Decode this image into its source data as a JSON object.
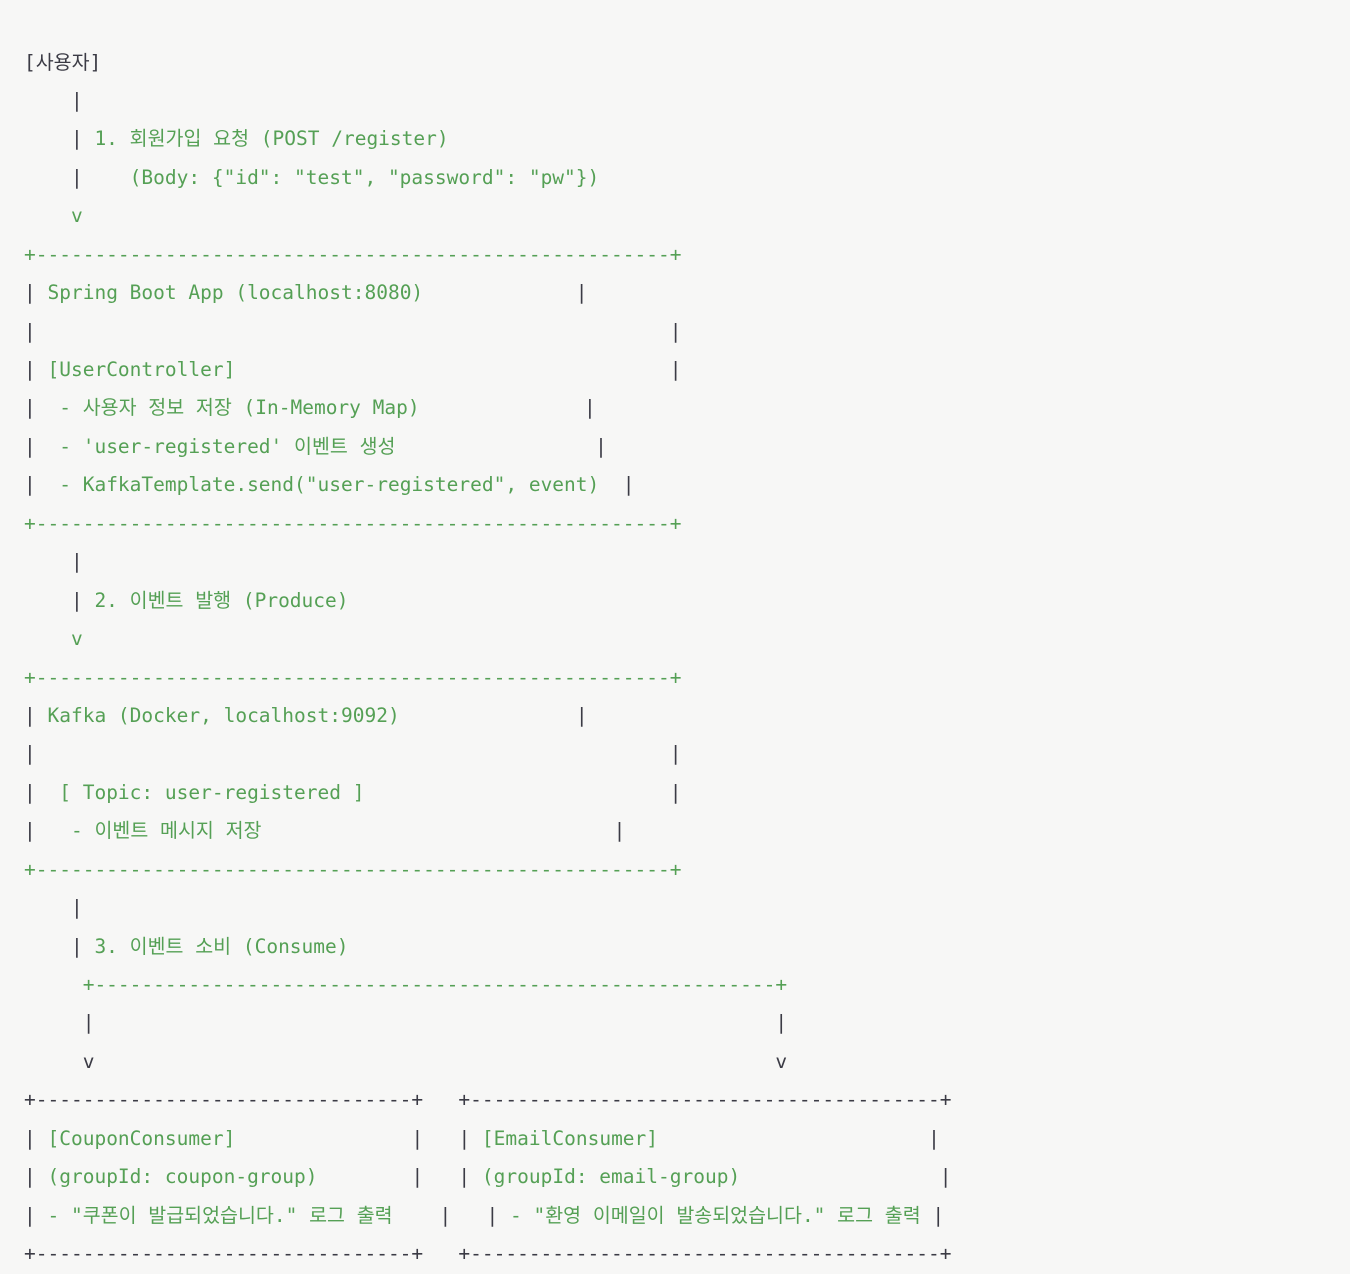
{
  "diagram": {
    "type": "ascii-flow-diagram",
    "title": "Kafka user-registered event flow",
    "colors": {
      "background": "#f7f7f6",
      "green": "#55a055",
      "dark": "#3b3b45"
    },
    "actor": "[사용자]",
    "steps": [
      {
        "number": "1.",
        "label": "회원가입 요청 (POST /register)",
        "detail": "(Body: {\"id\": \"test\", \"password\": \"pw\"})"
      },
      {
        "number": "2.",
        "label": "이벤트 발행 (Produce)",
        "detail": ""
      },
      {
        "number": "3.",
        "label": "이벤트 소비 (Consume)",
        "detail": ""
      }
    ],
    "boxes": [
      {
        "name": "spring-boot-app",
        "title": "Spring Boot App (localhost:8080)",
        "section": "[UserController]",
        "items": [
          "- 사용자 정보 저장 (In-Memory Map)",
          "- 'user-registered' 이벤트 생성",
          "- KafkaTemplate.send(\"user-registered\", event)"
        ]
      },
      {
        "name": "kafka-broker",
        "title": "Kafka (Docker, localhost:9092)",
        "section": "[ Topic: user-registered ]",
        "items": [
          "- 이벤트 메시지 저장"
        ]
      },
      {
        "name": "coupon-consumer",
        "title": "[CouponConsumer]",
        "section": "(groupId: coupon-group)",
        "items": [
          "- \"쿠폰이 발급되었습니다.\" 로그 출력"
        ]
      },
      {
        "name": "email-consumer",
        "title": "[EmailConsumer]",
        "section": "(groupId: email-group)",
        "items": [
          "- \"환영 이메일이 발송되었습니다.\" 로그 출력"
        ]
      }
    ],
    "lines": [
      {
        "id": "l01",
        "name": "actor-label",
        "segs": [
          {
            "c": "d",
            "t": "[사용자]"
          }
        ]
      },
      {
        "id": "l02",
        "name": "arrow-pipe",
        "segs": [
          {
            "c": "d",
            "t": "    |"
          }
        ]
      },
      {
        "id": "l03",
        "name": "step-1-label",
        "segs": [
          {
            "c": "d",
            "t": "    |"
          },
          {
            "c": "g",
            "t": " 1. 회원가입 요청 (POST /register)"
          }
        ]
      },
      {
        "id": "l04",
        "name": "step-1-body",
        "segs": [
          {
            "c": "d",
            "t": "    |"
          },
          {
            "c": "g",
            "t": "    (Body: {\"id\": \"test\", \"password\": \"pw\"})"
          }
        ]
      },
      {
        "id": "l05",
        "name": "arrow-head",
        "segs": [
          {
            "c": "g",
            "t": "    v"
          }
        ]
      },
      {
        "id": "l06",
        "name": "app-box-top",
        "segs": [
          {
            "c": "g",
            "t": "+------------------------------------------------------+"
          }
        ]
      },
      {
        "id": "l07",
        "name": "app-box-title",
        "segs": [
          {
            "c": "d",
            "t": "|"
          },
          {
            "c": "g",
            "t": " Spring Boot App (localhost:8080)"
          },
          {
            "c": "g",
            "t": "             "
          },
          {
            "c": "d",
            "t": "|"
          }
        ]
      },
      {
        "id": "l08",
        "name": "app-box-blank",
        "segs": [
          {
            "c": "d",
            "t": "|"
          },
          {
            "c": "g",
            "t": "                                                      "
          },
          {
            "c": "d",
            "t": "|"
          }
        ]
      },
      {
        "id": "l09",
        "name": "app-box-section",
        "segs": [
          {
            "c": "d",
            "t": "|"
          },
          {
            "c": "g",
            "t": " [UserController]"
          },
          {
            "c": "g",
            "t": "                                     "
          },
          {
            "c": "d",
            "t": "|"
          }
        ]
      },
      {
        "id": "l10",
        "name": "app-box-item-1",
        "segs": [
          {
            "c": "d",
            "t": "|"
          },
          {
            "c": "g",
            "t": "  - 사용자 정보 저장 (In-Memory Map)"
          },
          {
            "c": "g",
            "t": "              "
          },
          {
            "c": "d",
            "t": "|"
          }
        ]
      },
      {
        "id": "l11",
        "name": "app-box-item-2",
        "segs": [
          {
            "c": "d",
            "t": "|"
          },
          {
            "c": "g",
            "t": "  - 'user-registered' 이벤트 생성"
          },
          {
            "c": "g",
            "t": "                 "
          },
          {
            "c": "d",
            "t": "|"
          }
        ]
      },
      {
        "id": "l12",
        "name": "app-box-item-3",
        "segs": [
          {
            "c": "d",
            "t": "|"
          },
          {
            "c": "g",
            "t": "  - KafkaTemplate.send(\"user-registered\", event)"
          },
          {
            "c": "g",
            "t": "  "
          },
          {
            "c": "d",
            "t": "|"
          }
        ]
      },
      {
        "id": "l13",
        "name": "app-box-bottom",
        "segs": [
          {
            "c": "g",
            "t": "+------------------------------------------------------+"
          }
        ]
      },
      {
        "id": "l14",
        "name": "arrow-pipe",
        "segs": [
          {
            "c": "d",
            "t": "    |"
          }
        ]
      },
      {
        "id": "l15",
        "name": "step-2-label",
        "segs": [
          {
            "c": "d",
            "t": "    |"
          },
          {
            "c": "g",
            "t": " 2. 이벤트 발행 (Produce)"
          }
        ]
      },
      {
        "id": "l16",
        "name": "arrow-head",
        "segs": [
          {
            "c": "g",
            "t": "    v"
          }
        ]
      },
      {
        "id": "l17",
        "name": "kafka-box-top",
        "segs": [
          {
            "c": "g",
            "t": "+------------------------------------------------------+"
          }
        ]
      },
      {
        "id": "l18",
        "name": "kafka-box-title",
        "segs": [
          {
            "c": "d",
            "t": "|"
          },
          {
            "c": "g",
            "t": " Kafka (Docker, localhost:9092)"
          },
          {
            "c": "g",
            "t": "               "
          },
          {
            "c": "d",
            "t": "|"
          }
        ]
      },
      {
        "id": "l19",
        "name": "kafka-box-blank",
        "segs": [
          {
            "c": "d",
            "t": "|"
          },
          {
            "c": "g",
            "t": "                                                      "
          },
          {
            "c": "d",
            "t": "|"
          }
        ]
      },
      {
        "id": "l20",
        "name": "kafka-box-section",
        "segs": [
          {
            "c": "d",
            "t": "|"
          },
          {
            "c": "g",
            "t": "  [ Topic: user-registered ]"
          },
          {
            "c": "g",
            "t": "                          "
          },
          {
            "c": "d",
            "t": "|"
          }
        ]
      },
      {
        "id": "l21",
        "name": "kafka-box-item-1",
        "segs": [
          {
            "c": "d",
            "t": "|"
          },
          {
            "c": "g",
            "t": "   - 이벤트 메시지 저장"
          },
          {
            "c": "g",
            "t": "                              "
          },
          {
            "c": "d",
            "t": "|"
          }
        ]
      },
      {
        "id": "l22",
        "name": "kafka-box-bottom",
        "segs": [
          {
            "c": "g",
            "t": "+------------------------------------------------------+"
          }
        ]
      },
      {
        "id": "l23",
        "name": "arrow-pipe",
        "segs": [
          {
            "c": "d",
            "t": "    |"
          }
        ]
      },
      {
        "id": "l24",
        "name": "step-3-label",
        "segs": [
          {
            "c": "d",
            "t": "    |"
          },
          {
            "c": "g",
            "t": " 3. 이벤트 소비 (Consume)"
          }
        ]
      },
      {
        "id": "l25",
        "name": "fork-rule",
        "segs": [
          {
            "c": "g",
            "t": "     +----------------------------------------------------------+"
          }
        ]
      },
      {
        "id": "l26",
        "name": "fork-pipes",
        "segs": [
          {
            "c": "d",
            "t": "     |                                                          |"
          }
        ]
      },
      {
        "id": "l27",
        "name": "fork-arrow-heads",
        "segs": [
          {
            "c": "d",
            "t": "     v                                                          v"
          }
        ]
      },
      {
        "id": "l28",
        "name": "consumer-boxes-top",
        "segs": [
          {
            "c": "d",
            "t": "+--------------------------------+   +----------------------------------------+"
          }
        ]
      },
      {
        "id": "l29",
        "name": "consumer-boxes-title",
        "segs": [
          {
            "c": "d",
            "t": "|"
          },
          {
            "c": "g",
            "t": " [CouponConsumer]"
          },
          {
            "c": "g",
            "t": "               "
          },
          {
            "c": "d",
            "t": "|"
          },
          {
            "c": "g",
            "t": "   "
          },
          {
            "c": "d",
            "t": "|"
          },
          {
            "c": "g",
            "t": " [EmailConsumer]"
          },
          {
            "c": "g",
            "t": "                       "
          },
          {
            "c": "d",
            "t": "|"
          }
        ]
      },
      {
        "id": "l30",
        "name": "consumer-boxes-group",
        "segs": [
          {
            "c": "d",
            "t": "|"
          },
          {
            "c": "g",
            "t": " (groupId: coupon-group)"
          },
          {
            "c": "g",
            "t": "        "
          },
          {
            "c": "d",
            "t": "|"
          },
          {
            "c": "g",
            "t": "   "
          },
          {
            "c": "d",
            "t": "|"
          },
          {
            "c": "g",
            "t": " (groupId: email-group)"
          },
          {
            "c": "g",
            "t": "                 "
          },
          {
            "c": "d",
            "t": "|"
          }
        ]
      },
      {
        "id": "l31",
        "name": "consumer-boxes-item",
        "segs": [
          {
            "c": "d",
            "t": "|"
          },
          {
            "c": "g",
            "t": " - \"쿠폰이 발급되었습니다.\" 로그 출력"
          },
          {
            "c": "g",
            "t": "    "
          },
          {
            "c": "d",
            "t": "|"
          },
          {
            "c": "g",
            "t": "   "
          },
          {
            "c": "d",
            "t": "|"
          },
          {
            "c": "g",
            "t": " - \"환영 이메일이 발송되었습니다.\" 로그 출력"
          },
          {
            "c": "g",
            "t": " "
          },
          {
            "c": "d",
            "t": "|"
          }
        ]
      },
      {
        "id": "l32",
        "name": "consumer-boxes-bottom",
        "segs": [
          {
            "c": "d",
            "t": "+--------------------------------+   +----------------------------------------+"
          }
        ]
      }
    ]
  }
}
